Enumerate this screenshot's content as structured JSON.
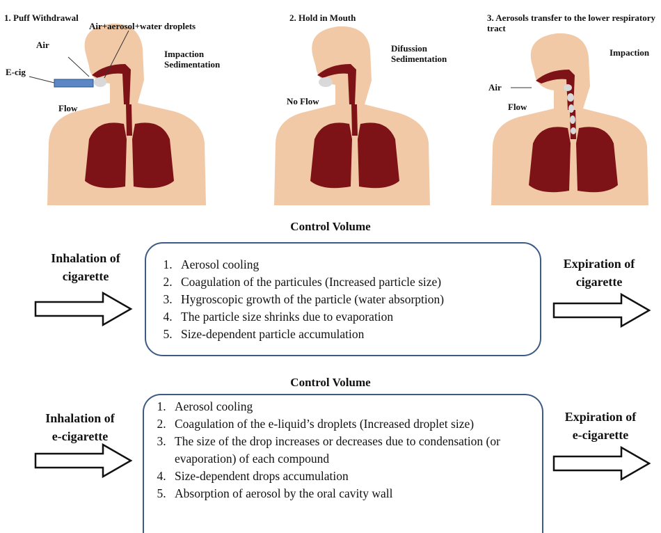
{
  "colors": {
    "skin": "#f2c9a6",
    "organ": "#7e1317",
    "box_border": "#3d5a86",
    "ecig": "#5b87c6"
  },
  "panels": [
    {
      "title": "1. Puff Withdrawal",
      "labels": {
        "top": "Air+aerosol+water droplets",
        "air": "Air",
        "ecig": "E-cig",
        "right": "Impaction\nSedimentation",
        "flow": "Flow"
      }
    },
    {
      "title": "2. Hold in Mouth",
      "labels": {
        "right": "Difussion\nSedimentation",
        "flow": "No Flow"
      }
    },
    {
      "title": "3. Aerosols transfer to the lower respiratory\ntract",
      "labels": {
        "right": "Impaction",
        "air": "Air",
        "flow": "Flow"
      }
    }
  ],
  "sections": [
    {
      "title": "Control Volume",
      "inhalation": "Inhalation of\ncigarette",
      "expiration": "Expiration of\ncigarette",
      "items": [
        "Aerosol cooling",
        "Coagulation of the particules (Increased particle size)",
        "Hygroscopic  growth of the particle (water absorption)",
        "The particle size shrinks due to evaporation",
        "Size-dependent particle accumulation"
      ]
    },
    {
      "title": "Control Volume",
      "inhalation": "Inhalation of\ne-cigarette",
      "expiration": "Expiration of\ne-cigarette",
      "items": [
        "Aerosol cooling",
        "Coagulation of the e-liquid’s droplets (Increased droplet size)",
        "The size of the drop increases or decreases due to condensation (or evaporation) of each compound",
        "Size-dependent drops accumulation",
        "Absorption  of aerosol by the oral cavity wall"
      ]
    }
  ]
}
